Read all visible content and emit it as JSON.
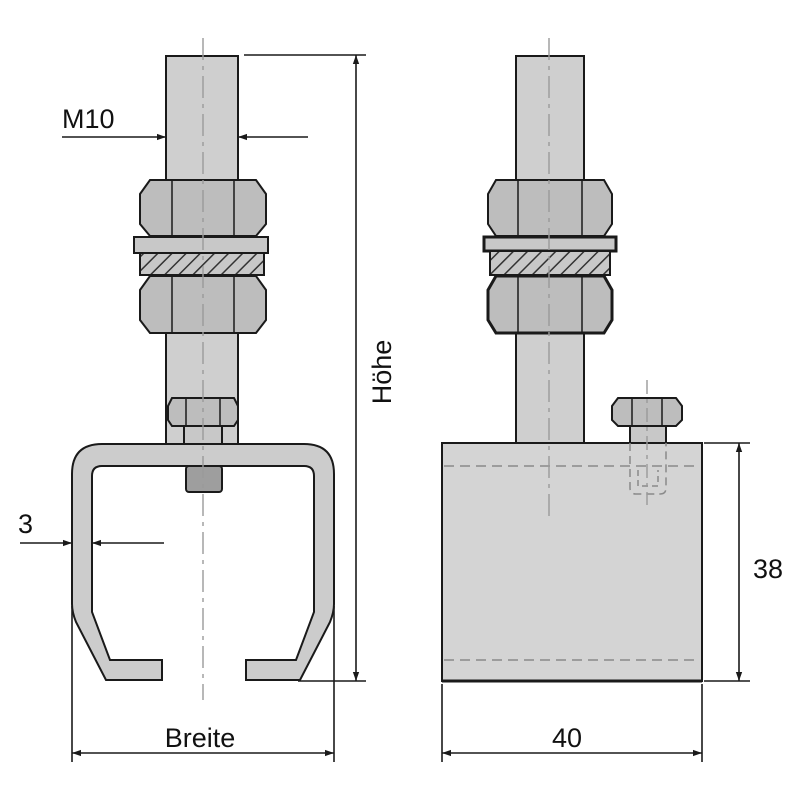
{
  "labels": {
    "thread": "M10",
    "height": "Höhe",
    "wall": "3",
    "width": "Breite",
    "depth": "40",
    "block_height": "38"
  },
  "colors": {
    "line": "#1a1a1a",
    "metal": "#c8c8c8",
    "metal_dark": "#a9a9a9",
    "rod": "#cfcfcf",
    "block": "#d4d4d4",
    "centerline": "#9a9a9a"
  }
}
